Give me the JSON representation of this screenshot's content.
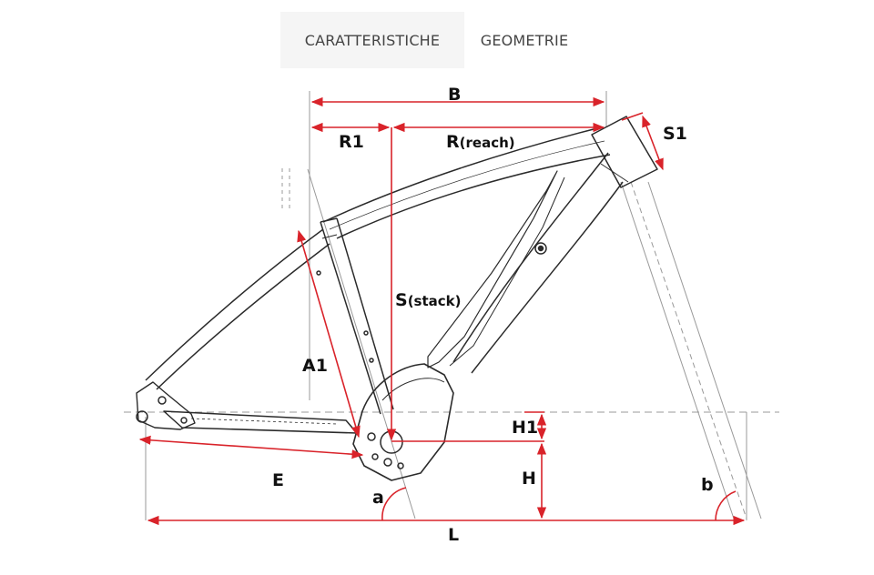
{
  "tabs": [
    {
      "label": "CARATTERISTICHE",
      "active": true
    },
    {
      "label": "GEOMETRIE",
      "active": false
    }
  ],
  "diagram": {
    "labels": {
      "B": "B",
      "R1": "R1",
      "R_main": "R",
      "R_sub": "(reach)",
      "S1": "S1",
      "S_main": "S",
      "S_sub": "(stack)",
      "A1": "A1",
      "H1": "H1",
      "H": "H",
      "E": "E",
      "a": "a",
      "b": "b",
      "L": "L"
    },
    "colors": {
      "dimension": "#d9232a",
      "frame": "#2b2b2b",
      "construction": "#999999"
    }
  }
}
